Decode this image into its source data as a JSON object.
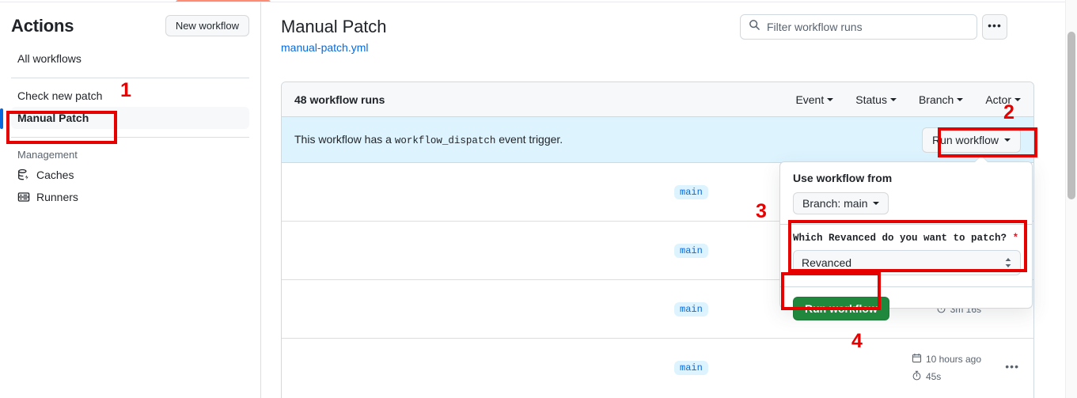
{
  "sidebar": {
    "title": "Actions",
    "new_workflow_label": "New workflow",
    "all_workflows_label": "All workflows",
    "workflows": [
      {
        "label": "Check new patch",
        "selected": false
      },
      {
        "label": "Manual Patch",
        "selected": true
      }
    ],
    "management_label": "Management",
    "management_items": [
      {
        "label": "Caches",
        "icon": "cache-icon"
      },
      {
        "label": "Runners",
        "icon": "server-icon"
      }
    ]
  },
  "header": {
    "title": "Manual Patch",
    "file_link": "manual-patch.yml",
    "search_placeholder": "Filter workflow runs",
    "kebab_label": "•••"
  },
  "runs_panel": {
    "count_label": "48 workflow runs",
    "filters": [
      {
        "label": "Event"
      },
      {
        "label": "Status"
      },
      {
        "label": "Branch"
      },
      {
        "label": "Actor"
      }
    ],
    "dispatch_banner": {
      "text_before": "This workflow has a",
      "code": "workflow_dispatch",
      "text_after": "event trigger.",
      "run_button_label": "Run workflow"
    },
    "rows": [
      {
        "branch": "main",
        "date": "",
        "duration": ""
      },
      {
        "branch": "main",
        "date": "",
        "duration": ""
      },
      {
        "branch": "main",
        "date": "",
        "duration": "3m 16s"
      },
      {
        "branch": "main",
        "date": "10 hours ago",
        "duration": "45s"
      }
    ],
    "row_kebab_label": "•••"
  },
  "popup": {
    "use_workflow_from_label": "Use workflow from",
    "branch_select_label": "Branch: main",
    "field_label": "Which Revanced do you want to patch?",
    "required_marker": "*",
    "field_value": "Revanced",
    "submit_label": "Run workflow"
  },
  "annotations": [
    {
      "num": "1"
    },
    {
      "num": "2"
    },
    {
      "num": "3"
    },
    {
      "num": "4"
    }
  ],
  "colors": {
    "accent_blue": "#0969da",
    "green_button": "#1f883d",
    "annotation_red": "#e60000",
    "banner_blue": "#ddf4ff",
    "tab_orange": "#fd8c73"
  }
}
